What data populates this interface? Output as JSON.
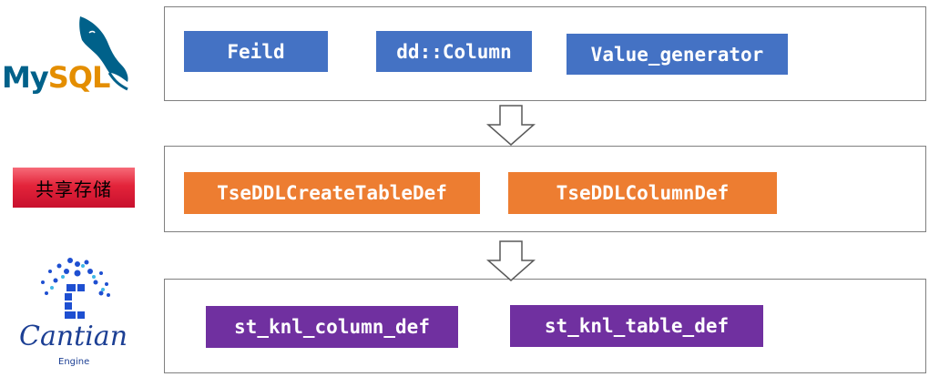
{
  "logos": {
    "mysql": {
      "my": "My",
      "sql": "SQL"
    },
    "shared_storage": "共享存储",
    "cantian": {
      "name": "Cantian",
      "sub": "Engine"
    }
  },
  "layers": {
    "mysql": [
      "Feild",
      "dd::Column",
      "Value_generator"
    ],
    "shared": [
      "TseDDLCreateTableDef",
      "TseDDLColumnDef"
    ],
    "cantian": [
      "st_knl_column_def",
      "st_knl_table_def"
    ]
  },
  "colors": {
    "mysql_chip": "#4472c4",
    "shared_chip": "#ed7d31",
    "cantian_chip": "#7030a0",
    "border": "#808080"
  }
}
